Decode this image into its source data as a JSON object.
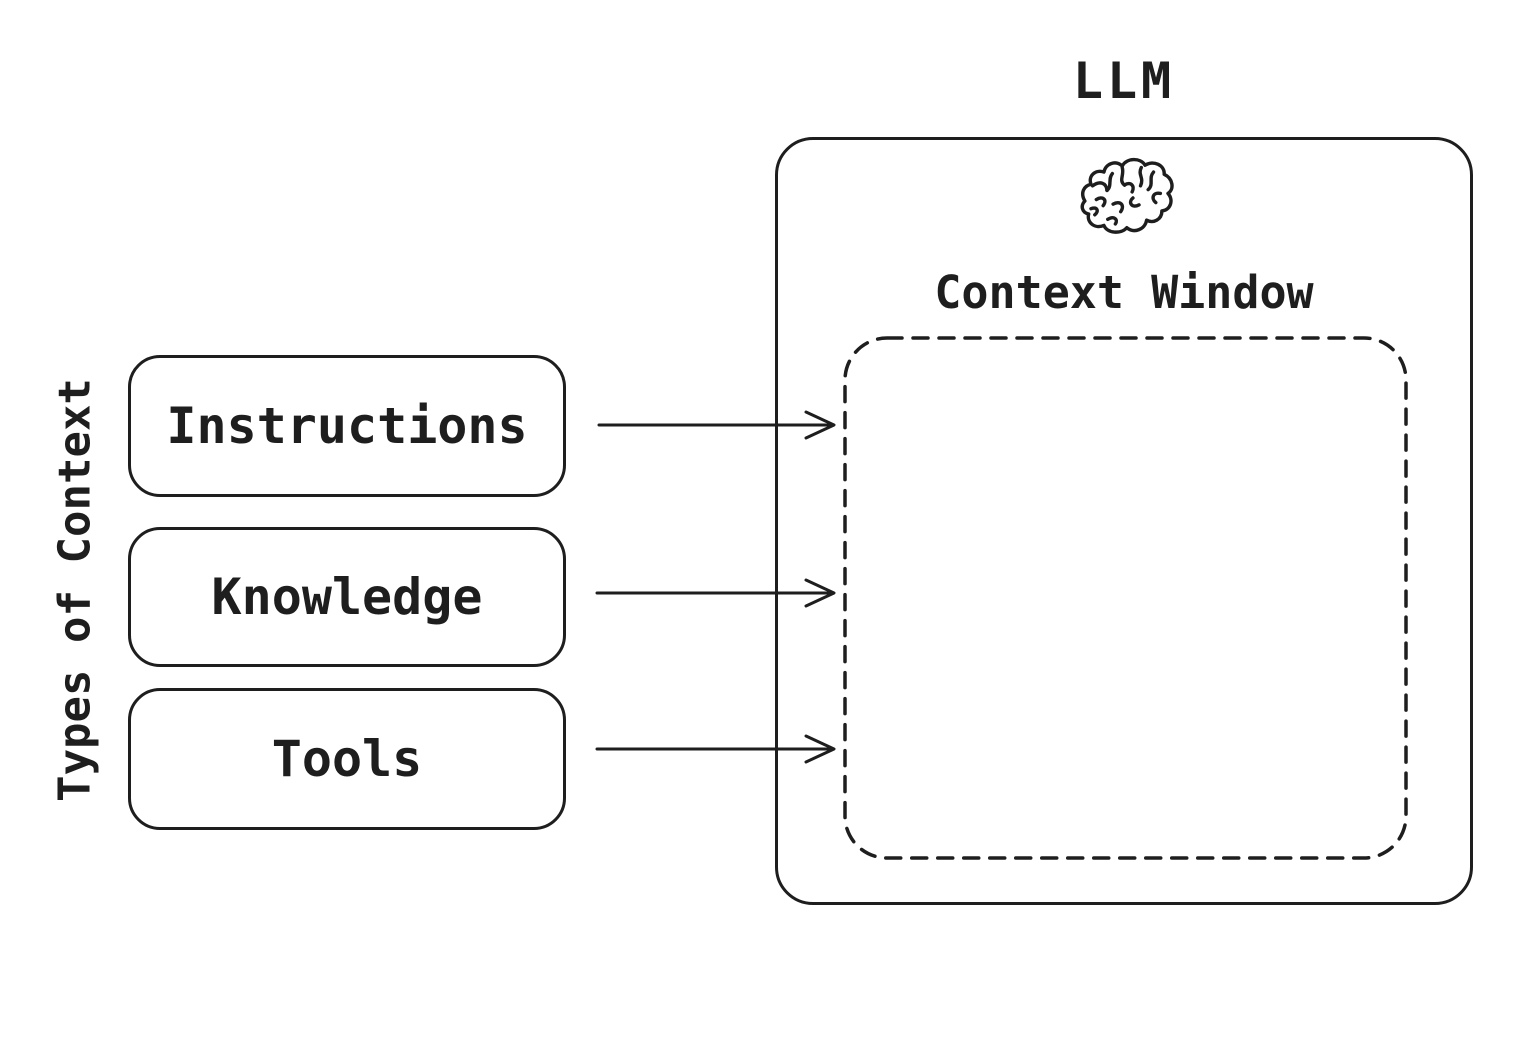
{
  "diagram": {
    "llm_title": "LLM",
    "context_window_label": "Context Window",
    "side_label": "Types of Context",
    "context_types": [
      {
        "label": "Instructions"
      },
      {
        "label": "Knowledge"
      },
      {
        "label": "Tools"
      }
    ],
    "icons": {
      "llm": "brain-icon"
    },
    "colors": {
      "stroke": "#1e1e1e",
      "background": "#ffffff"
    }
  }
}
